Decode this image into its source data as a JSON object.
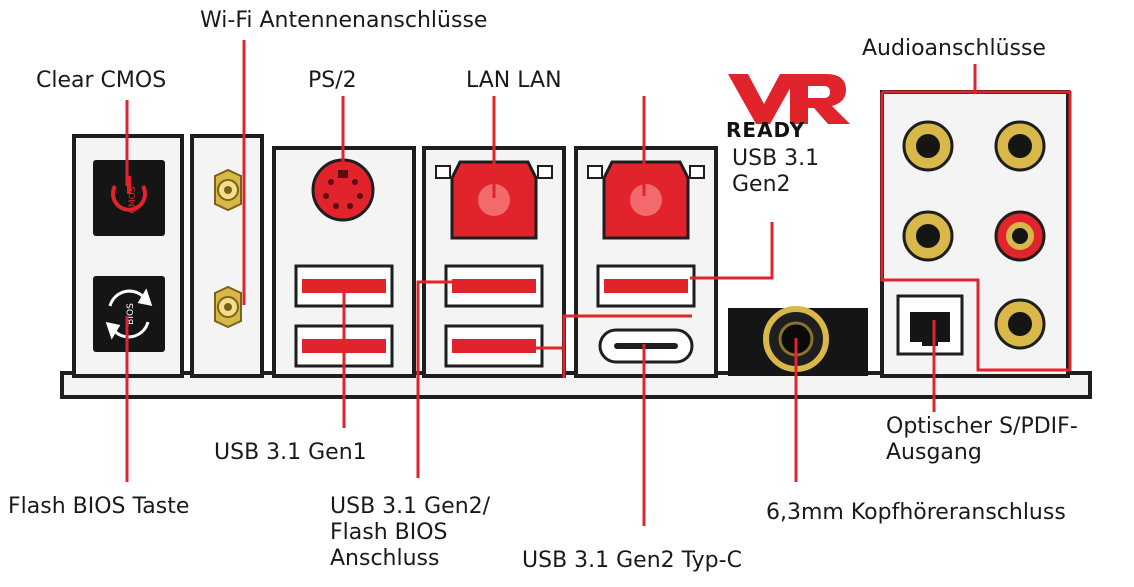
{
  "colors": {
    "accent": "#e1232b",
    "panel": "#f4f4f4",
    "outline": "#1e1e1e",
    "gold": "#d9b84a",
    "dark": "#151515"
  },
  "brand": {
    "logo": "VR",
    "sub": "READY"
  },
  "labels": {
    "wifi": "Wi-Fi Antennenanschlüsse",
    "clear_cmos": "Clear CMOS",
    "ps2": "PS/2",
    "lan": "LAN LAN",
    "audio": "Audioanschlüsse",
    "usb_gen2_top": [
      "USB 3.1",
      "Gen2"
    ],
    "usb_gen1": "USB 3.1 Gen1",
    "flash_bios_taste": "Flash BIOS Taste",
    "usb_gen2_flash": [
      "USB 3.1 Gen2/",
      "Flash BIOS",
      "Anschluss"
    ],
    "usb_typec": "USB 3.1 Gen2 Typ-C",
    "headphone": "6,3mm Kopfhöreranschluss",
    "spdif": [
      "Optischer S/PDIF-",
      "Ausgang"
    ]
  },
  "icons": {
    "cmos_button_text": "CMOS",
    "bios_button_text": "BIOS"
  }
}
